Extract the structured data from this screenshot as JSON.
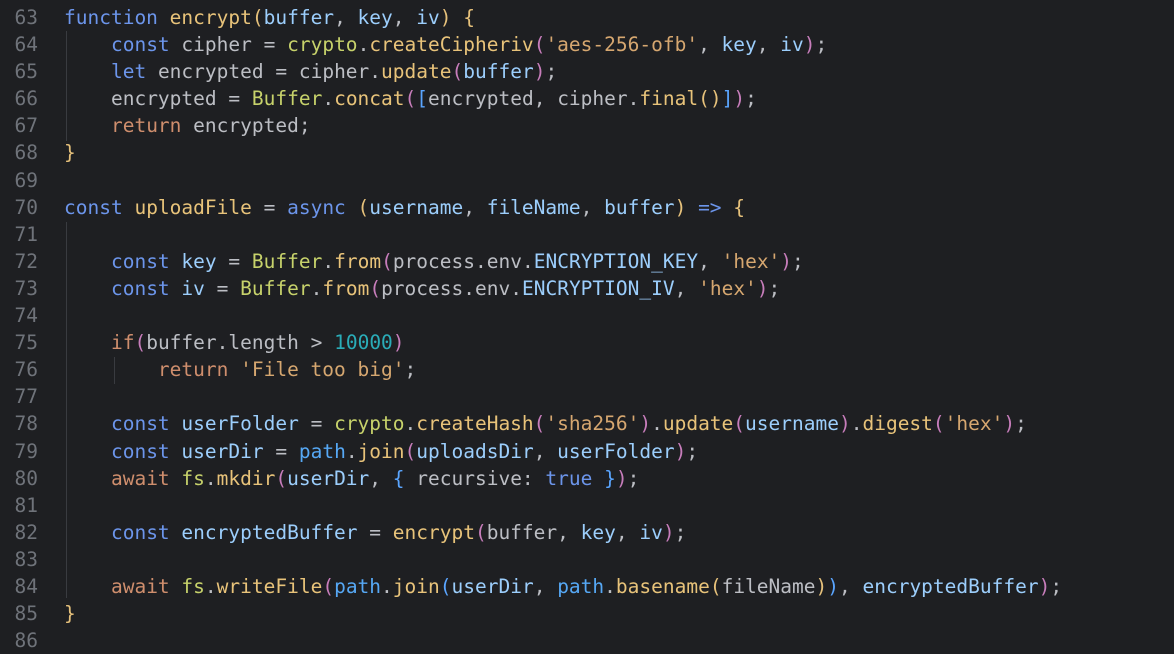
{
  "theme": {
    "background": "#1e1f22",
    "line_number_color": "#6f737a"
  },
  "lines": [
    {
      "n": "63",
      "tokens": [
        [
          "kw2",
          "function "
        ],
        [
          "call",
          "encrypt"
        ],
        [
          "brace1",
          "("
        ],
        [
          "param",
          "buffer"
        ],
        [
          "default",
          ", "
        ],
        [
          "param",
          "key"
        ],
        [
          "default",
          ", "
        ],
        [
          "param",
          "iv"
        ],
        [
          "brace1",
          ")"
        ],
        [
          "default",
          " "
        ],
        [
          "brace1",
          "{"
        ]
      ]
    },
    {
      "n": "64",
      "tokens": [
        [
          "default",
          "    "
        ],
        [
          "kw2",
          "const "
        ],
        [
          "var",
          "cipher"
        ],
        [
          "default",
          " = "
        ],
        [
          "class",
          "crypto"
        ],
        [
          "default",
          "."
        ],
        [
          "call",
          "createCipheriv"
        ],
        [
          "brace2",
          "("
        ],
        [
          "str",
          "'aes-256-ofb'"
        ],
        [
          "default",
          ", "
        ],
        [
          "param",
          "key"
        ],
        [
          "default",
          ", "
        ],
        [
          "param",
          "iv"
        ],
        [
          "brace2",
          ")"
        ],
        [
          "default",
          ";"
        ]
      ]
    },
    {
      "n": "65",
      "tokens": [
        [
          "default",
          "    "
        ],
        [
          "kw2",
          "let "
        ],
        [
          "var",
          "encrypted"
        ],
        [
          "default",
          " = "
        ],
        [
          "var",
          "cipher"
        ],
        [
          "default",
          "."
        ],
        [
          "call",
          "update"
        ],
        [
          "brace2",
          "("
        ],
        [
          "param",
          "buffer"
        ],
        [
          "brace2",
          ")"
        ],
        [
          "default",
          ";"
        ]
      ]
    },
    {
      "n": "66",
      "tokens": [
        [
          "default",
          "    "
        ],
        [
          "var",
          "encrypted"
        ],
        [
          "default",
          " = "
        ],
        [
          "class",
          "Buffer"
        ],
        [
          "default",
          "."
        ],
        [
          "call",
          "concat"
        ],
        [
          "brace2",
          "("
        ],
        [
          "brace3",
          "["
        ],
        [
          "var",
          "encrypted"
        ],
        [
          "default",
          ", "
        ],
        [
          "var",
          "cipher"
        ],
        [
          "default",
          "."
        ],
        [
          "call",
          "final"
        ],
        [
          "brace1",
          "()"
        ],
        [
          "brace3",
          "]"
        ],
        [
          "brace2",
          ")"
        ],
        [
          "default",
          ";"
        ]
      ]
    },
    {
      "n": "67",
      "tokens": [
        [
          "default",
          "    "
        ],
        [
          "kw",
          "return "
        ],
        [
          "var",
          "encrypted"
        ],
        [
          "default",
          ";"
        ]
      ]
    },
    {
      "n": "68",
      "tokens": [
        [
          "brace1",
          "}"
        ]
      ]
    },
    {
      "n": "69",
      "tokens": []
    },
    {
      "n": "70",
      "tokens": [
        [
          "kw2",
          "const "
        ],
        [
          "call",
          "uploadFile"
        ],
        [
          "default",
          " = "
        ],
        [
          "kw2",
          "async "
        ],
        [
          "brace1",
          "("
        ],
        [
          "param",
          "username"
        ],
        [
          "default",
          ", "
        ],
        [
          "param",
          "fileName"
        ],
        [
          "default",
          ", "
        ],
        [
          "param",
          "buffer"
        ],
        [
          "brace1",
          ")"
        ],
        [
          "default",
          " "
        ],
        [
          "kw2",
          "=>"
        ],
        [
          "default",
          " "
        ],
        [
          "brace1",
          "{"
        ]
      ]
    },
    {
      "n": "71",
      "tokens": []
    },
    {
      "n": "72",
      "tokens": [
        [
          "default",
          "    "
        ],
        [
          "kw2",
          "const "
        ],
        [
          "param",
          "key"
        ],
        [
          "default",
          " = "
        ],
        [
          "class",
          "Buffer"
        ],
        [
          "default",
          "."
        ],
        [
          "call",
          "from"
        ],
        [
          "brace2",
          "("
        ],
        [
          "default",
          "process"
        ],
        [
          "default",
          "."
        ],
        [
          "default",
          "env"
        ],
        [
          "default",
          "."
        ],
        [
          "param",
          "ENCRYPTION_KEY"
        ],
        [
          "default",
          ", "
        ],
        [
          "str",
          "'hex'"
        ],
        [
          "brace2",
          ")"
        ],
        [
          "default",
          ";"
        ]
      ]
    },
    {
      "n": "73",
      "tokens": [
        [
          "default",
          "    "
        ],
        [
          "kw2",
          "const "
        ],
        [
          "param",
          "iv"
        ],
        [
          "default",
          " = "
        ],
        [
          "class",
          "Buffer"
        ],
        [
          "default",
          "."
        ],
        [
          "call",
          "from"
        ],
        [
          "brace2",
          "("
        ],
        [
          "default",
          "process"
        ],
        [
          "default",
          "."
        ],
        [
          "default",
          "env"
        ],
        [
          "default",
          "."
        ],
        [
          "param",
          "ENCRYPTION_IV"
        ],
        [
          "default",
          ", "
        ],
        [
          "str",
          "'hex'"
        ],
        [
          "brace2",
          ")"
        ],
        [
          "default",
          ";"
        ]
      ]
    },
    {
      "n": "74",
      "tokens": []
    },
    {
      "n": "75",
      "tokens": [
        [
          "default",
          "    "
        ],
        [
          "kw",
          "if"
        ],
        [
          "brace2",
          "("
        ],
        [
          "var",
          "buffer"
        ],
        [
          "default",
          "."
        ],
        [
          "default",
          "length"
        ],
        [
          "default",
          " > "
        ],
        [
          "num",
          "10000"
        ],
        [
          "brace2",
          ")"
        ]
      ]
    },
    {
      "n": "76",
      "tokens": [
        [
          "default",
          "        "
        ],
        [
          "kw",
          "return "
        ],
        [
          "str",
          "'File too big'"
        ],
        [
          "default",
          ";"
        ]
      ]
    },
    {
      "n": "77",
      "tokens": []
    },
    {
      "n": "78",
      "tokens": [
        [
          "default",
          "    "
        ],
        [
          "kw2",
          "const "
        ],
        [
          "param",
          "userFolder"
        ],
        [
          "default",
          " = "
        ],
        [
          "class",
          "crypto"
        ],
        [
          "default",
          "."
        ],
        [
          "call",
          "createHash"
        ],
        [
          "brace2",
          "("
        ],
        [
          "str",
          "'sha256'"
        ],
        [
          "brace2",
          ")"
        ],
        [
          "default",
          "."
        ],
        [
          "call",
          "update"
        ],
        [
          "brace2",
          "("
        ],
        [
          "param",
          "username"
        ],
        [
          "brace2",
          ")"
        ],
        [
          "default",
          "."
        ],
        [
          "call",
          "digest"
        ],
        [
          "brace2",
          "("
        ],
        [
          "str",
          "'hex'"
        ],
        [
          "brace2",
          ")"
        ],
        [
          "default",
          ";"
        ]
      ]
    },
    {
      "n": "79",
      "tokens": [
        [
          "default",
          "    "
        ],
        [
          "kw2",
          "const "
        ],
        [
          "param",
          "userDir"
        ],
        [
          "default",
          " = "
        ],
        [
          "fn",
          "path"
        ],
        [
          "default",
          "."
        ],
        [
          "call",
          "join"
        ],
        [
          "brace2",
          "("
        ],
        [
          "param",
          "uploadsDir"
        ],
        [
          "default",
          ", "
        ],
        [
          "param",
          "userFolder"
        ],
        [
          "brace2",
          ")"
        ],
        [
          "default",
          ";"
        ]
      ]
    },
    {
      "n": "80",
      "tokens": [
        [
          "default",
          "    "
        ],
        [
          "kw",
          "await "
        ],
        [
          "class",
          "fs"
        ],
        [
          "default",
          "."
        ],
        [
          "call",
          "mkdir"
        ],
        [
          "brace2",
          "("
        ],
        [
          "param",
          "userDir"
        ],
        [
          "default",
          ", "
        ],
        [
          "brace3",
          "{"
        ],
        [
          "default",
          " recursive: "
        ],
        [
          "kw2",
          "true"
        ],
        [
          "default",
          " "
        ],
        [
          "brace3",
          "}"
        ],
        [
          "brace2",
          ")"
        ],
        [
          "default",
          ";"
        ]
      ]
    },
    {
      "n": "81",
      "tokens": []
    },
    {
      "n": "82",
      "tokens": [
        [
          "default",
          "    "
        ],
        [
          "kw2",
          "const "
        ],
        [
          "param",
          "encryptedBuffer"
        ],
        [
          "default",
          " = "
        ],
        [
          "call",
          "encrypt"
        ],
        [
          "brace2",
          "("
        ],
        [
          "var",
          "buffer"
        ],
        [
          "default",
          ", "
        ],
        [
          "param",
          "key"
        ],
        [
          "default",
          ", "
        ],
        [
          "param",
          "iv"
        ],
        [
          "brace2",
          ")"
        ],
        [
          "default",
          ";"
        ]
      ]
    },
    {
      "n": "83",
      "tokens": []
    },
    {
      "n": "84",
      "tokens": [
        [
          "default",
          "    "
        ],
        [
          "kw",
          "await "
        ],
        [
          "class",
          "fs"
        ],
        [
          "default",
          "."
        ],
        [
          "call",
          "writeFile"
        ],
        [
          "brace2",
          "("
        ],
        [
          "fn",
          "path"
        ],
        [
          "default",
          "."
        ],
        [
          "call",
          "join"
        ],
        [
          "brace3",
          "("
        ],
        [
          "param",
          "userDir"
        ],
        [
          "default",
          ", "
        ],
        [
          "fn",
          "path"
        ],
        [
          "default",
          "."
        ],
        [
          "call",
          "basename"
        ],
        [
          "brace1",
          "("
        ],
        [
          "var",
          "fileName"
        ],
        [
          "brace1",
          ")"
        ],
        [
          "brace3",
          ")"
        ],
        [
          "default",
          ", "
        ],
        [
          "param",
          "encryptedBuffer"
        ],
        [
          "brace2",
          ")"
        ],
        [
          "default",
          ";"
        ]
      ]
    },
    {
      "n": "85",
      "tokens": [
        [
          "brace1",
          "}"
        ]
      ]
    },
    {
      "n": "86",
      "tokens": []
    }
  ]
}
